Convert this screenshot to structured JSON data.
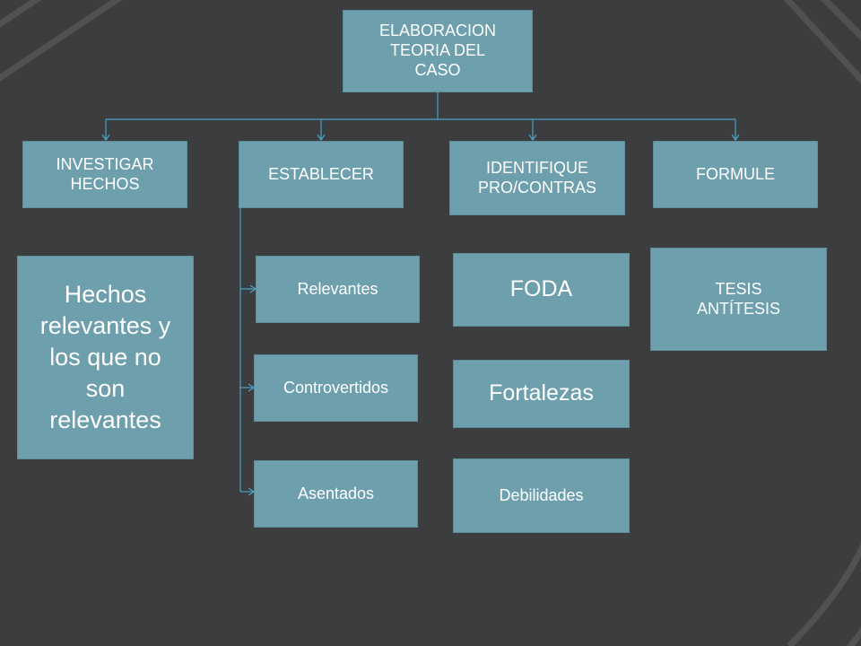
{
  "root": {
    "label": "ELABORACION\nTEORIA DEL\nCASO"
  },
  "level1": [
    {
      "label": "INVESTIGAR\nHECHOS"
    },
    {
      "label": "ESTABLECER"
    },
    {
      "label": "IDENTIFIQUE\nPRO/CONTRAS"
    },
    {
      "label": "FORMULE"
    }
  ],
  "investigar": {
    "detail": "Hechos\nrelevantes y\nlos que no\nson\nrelevantes"
  },
  "establecer": {
    "items": [
      {
        "label": "Relevantes"
      },
      {
        "label": "Controvertidos"
      },
      {
        "label": "Asentados"
      }
    ]
  },
  "identifique": {
    "items": [
      {
        "label": "FODA"
      },
      {
        "label": "Fortalezas"
      },
      {
        "label": "Debilidades"
      }
    ]
  },
  "formule": {
    "detail": "TESIS\nANTÍTESIS"
  },
  "colors": {
    "background": "#3c3d3f",
    "box_fill": "#6e9fad",
    "box_text": "#ffffff",
    "connector": "#4aa3c8"
  }
}
